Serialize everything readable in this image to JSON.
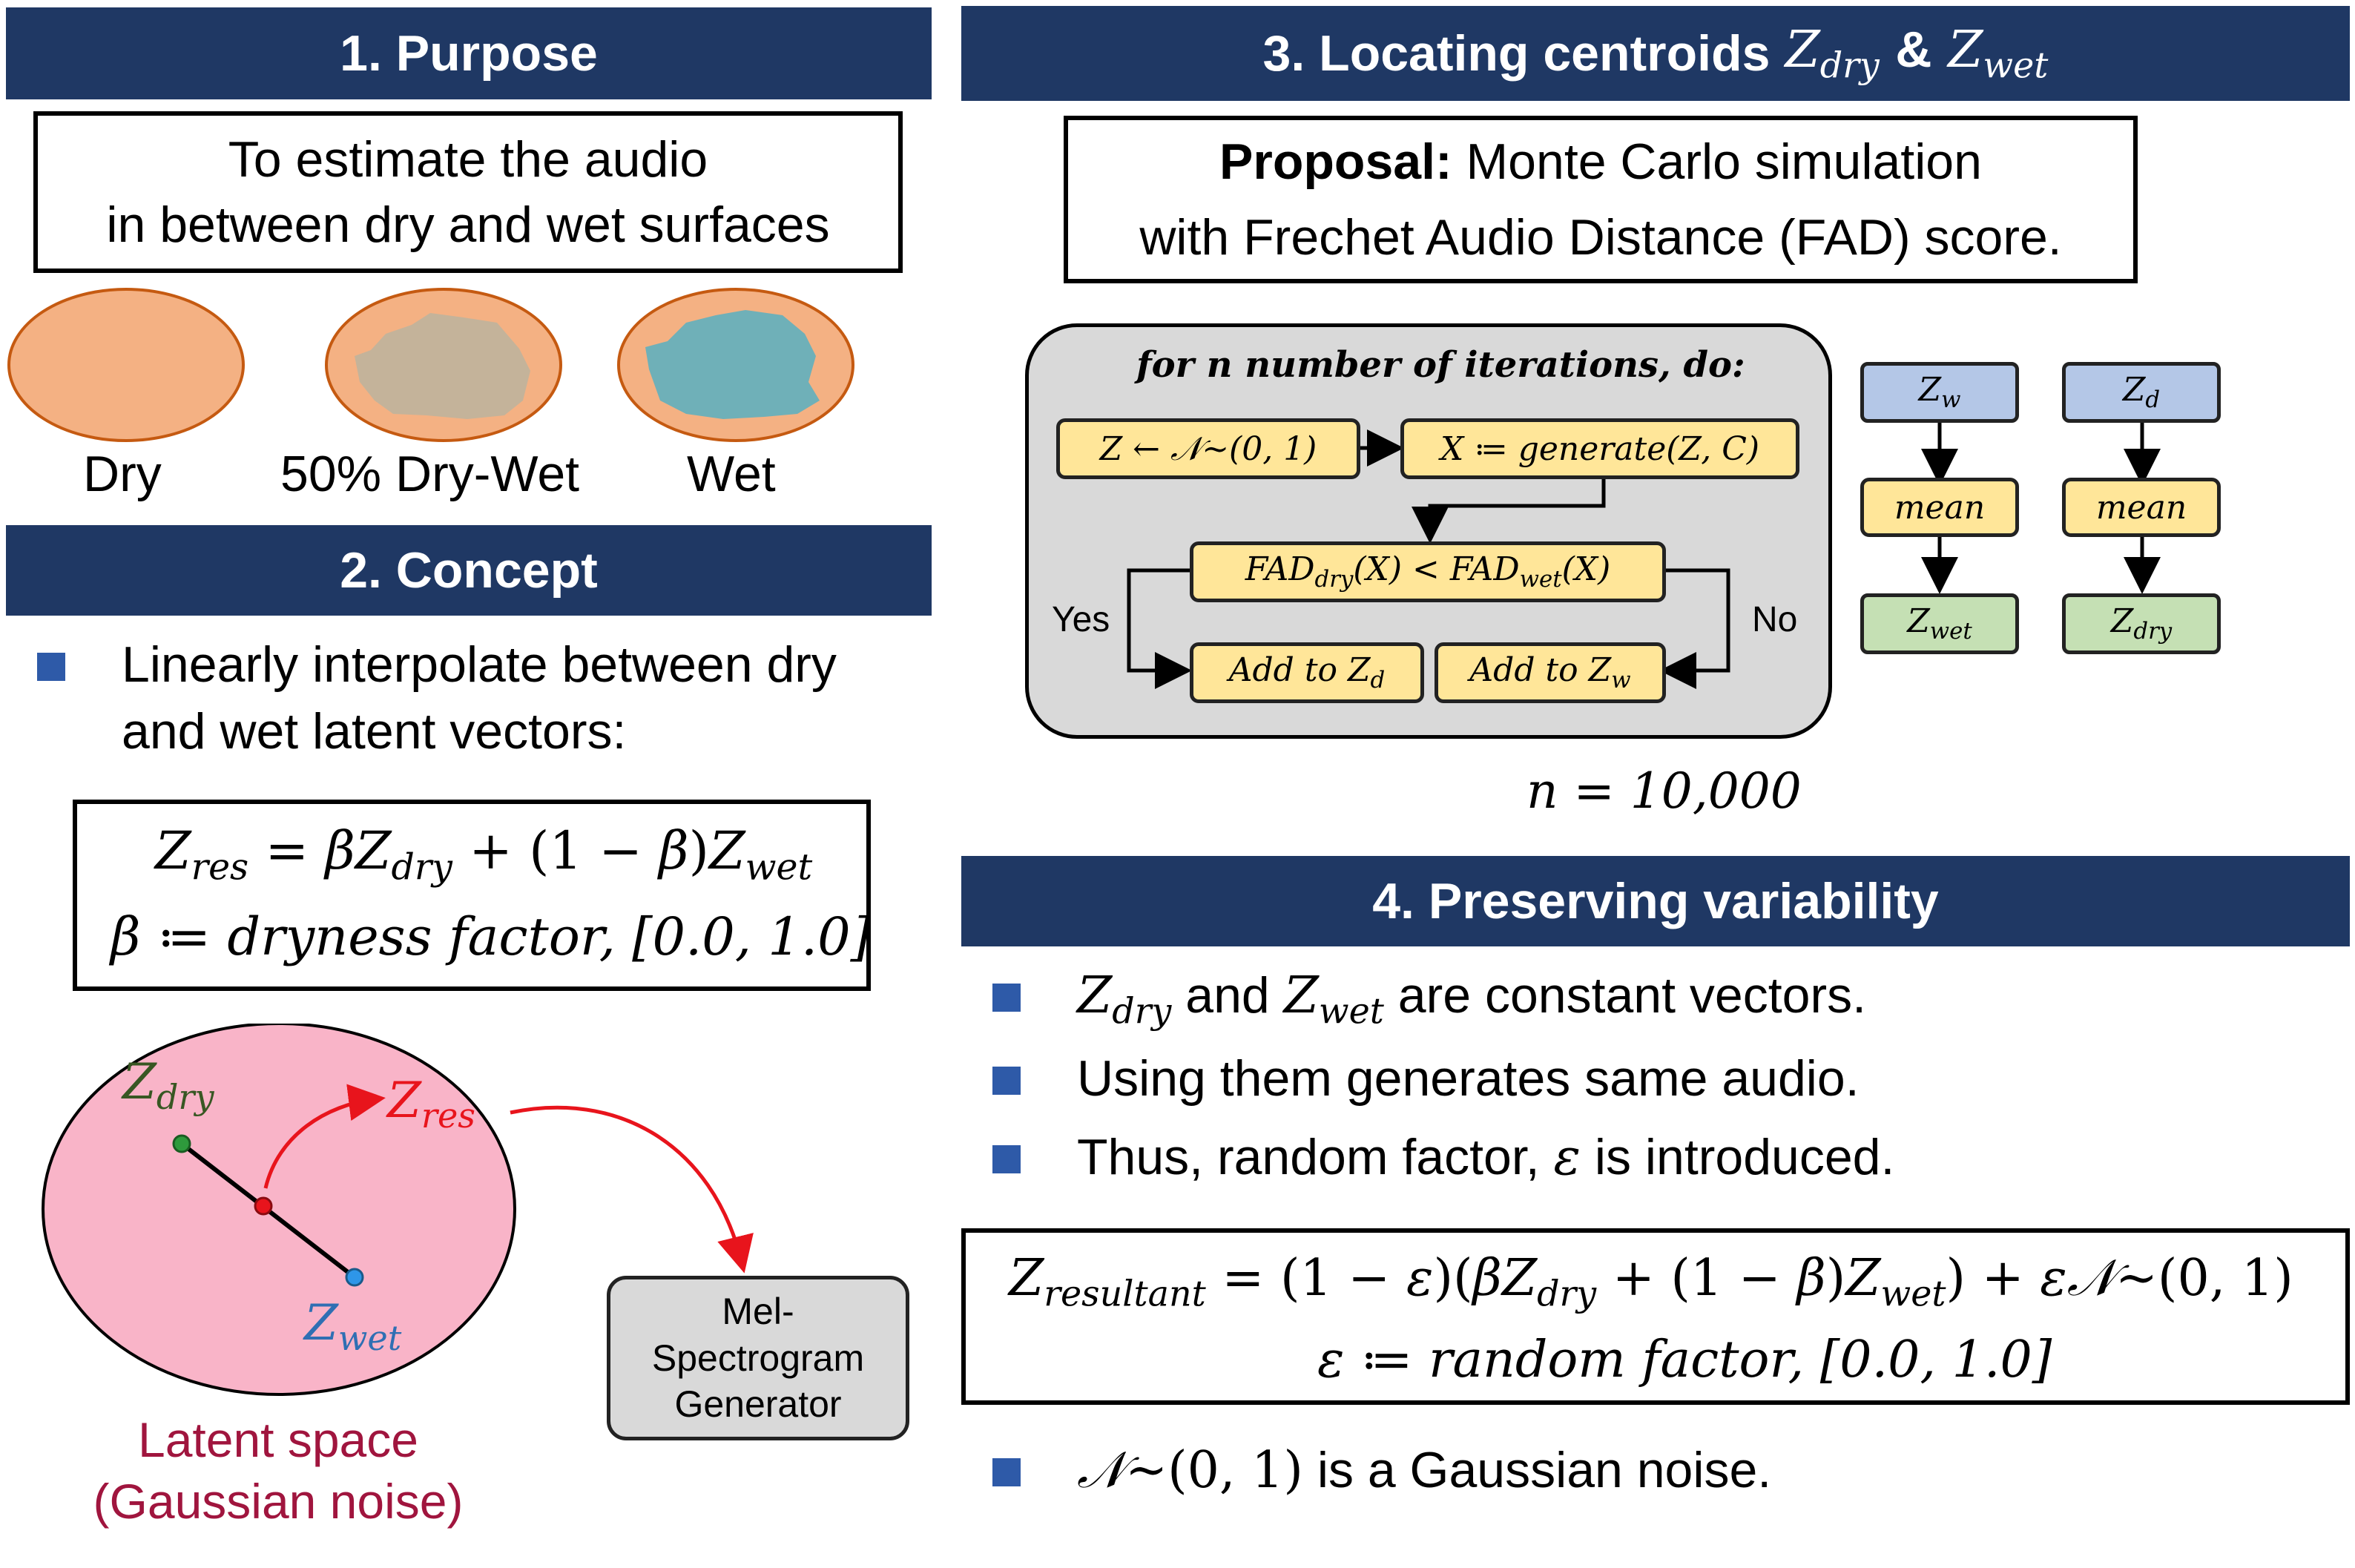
{
  "section1": {
    "title": "1. Purpose",
    "purpose_line1": "To estimate the audio",
    "purpose_line2": "in between dry and wet surfaces",
    "surfaces": [
      "Dry",
      "50% Dry-Wet",
      "Wet"
    ]
  },
  "section2": {
    "title": "2. Concept",
    "bullet_line1": "Linearly interpolate between dry",
    "bullet_line2": "and wet latent vectors:",
    "eq_beta_def": "dryness factor, [0.0, 1.0]",
    "latent_label_line1": "Latent space",
    "latent_label_line2": "(Gaussian noise)",
    "generator_label": [
      "Mel-",
      "Spectrogram",
      "Generator"
    ]
  },
  "section3": {
    "title": "3. Locating centroids",
    "proposal_bold": "Proposal:",
    "proposal_line1": " Monte Carlo simulation",
    "proposal_line2": "with Frechet Audio Distance (FAD) score.",
    "loop_header": "for n number of iterations, do:",
    "step_sample": "Z ← 𝒩~(0, 1)",
    "step_generate": "X ≔ generate(Z, C)",
    "yes_label": "Yes",
    "no_label": "No",
    "mean_label": "mean",
    "n_value": "n = 10,000"
  },
  "section4": {
    "title": "4. Preserving variability",
    "bullet1_text": " are constant vectors.",
    "bullet1_and": " and ",
    "bullet2": "Using them generates same audio.",
    "bullet3_prefix": "Thus, random factor, ",
    "bullet3_suffix": " is introduced.",
    "eps_def": "random factor, [0.0, 1.0]",
    "bullet4_suffix": " is a Gaussian noise."
  },
  "colors": {
    "banner": "#1f3864",
    "bullet": "#2e5aa8",
    "dry_surface": "#f4b183",
    "mix_patch": "#c4b39a",
    "wet_patch": "#6fb0b8",
    "latent_space": "#f9b4c8",
    "latent_label": "#a0153e",
    "z_dry": "#385723",
    "z_res": "#e8141c",
    "z_wet": "#2f6fb3"
  }
}
